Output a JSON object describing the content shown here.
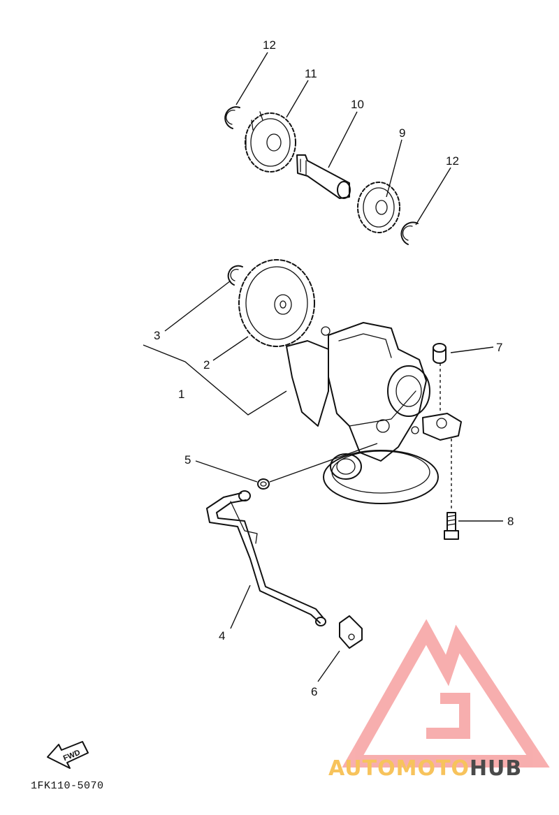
{
  "callouts": {
    "c1": "1",
    "c2": "2",
    "c3": "3",
    "c4": "4",
    "c5": "5",
    "c6": "6",
    "c7": "7",
    "c8": "8",
    "c9": "9",
    "c10": "10",
    "c11": "11",
    "c12a": "12",
    "c12b": "12"
  },
  "fwd_label": "FWD",
  "diagram_code": "1FK110-5070",
  "brand": {
    "part1": "AUTOMOTO",
    "part2": "HUB",
    "colors": {
      "logo_red": "#f26d6d",
      "text_yellow": "#f7c35c",
      "text_gray": "#4a4a4a"
    }
  }
}
